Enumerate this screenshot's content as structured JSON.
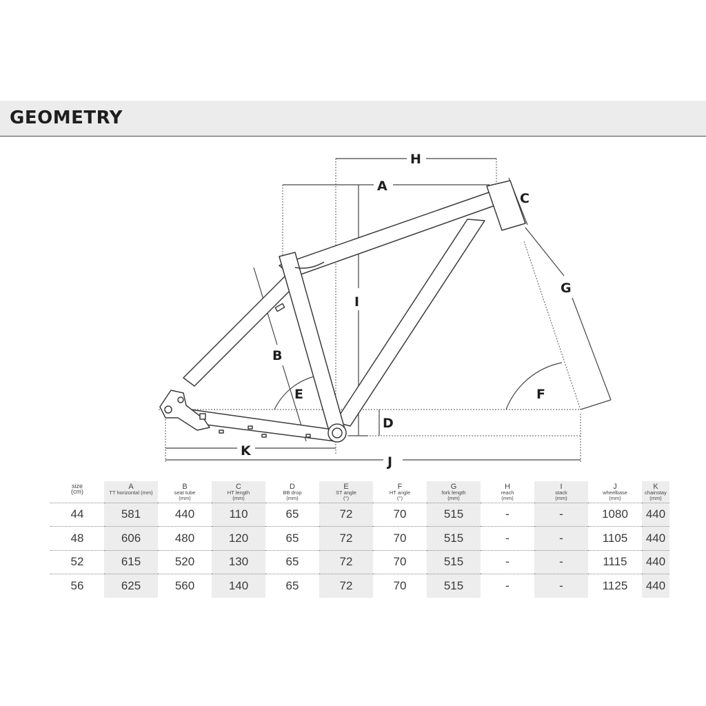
{
  "header": {
    "title": "GEOMETRY"
  },
  "diagram": {
    "labels": {
      "A": "A",
      "B": "B",
      "C": "C",
      "D": "D",
      "E": "E",
      "F": "F",
      "G": "G",
      "H": "H",
      "I": "I",
      "J": "J",
      "K": "K"
    }
  },
  "table": {
    "columns": [
      {
        "letter": "",
        "label": "size",
        "unit": "(cm)"
      },
      {
        "letter": "A",
        "label": "TT horizontal (mm)",
        "unit": ""
      },
      {
        "letter": "B",
        "label": "seat tube",
        "unit": "(mm)"
      },
      {
        "letter": "C",
        "label": "HT length",
        "unit": "(mm)"
      },
      {
        "letter": "D",
        "label": "BB drop",
        "unit": "(mm)"
      },
      {
        "letter": "E",
        "label": "ST angle",
        "unit": "(°)"
      },
      {
        "letter": "F",
        "label": "HT angle",
        "unit": "(°)"
      },
      {
        "letter": "G",
        "label": "fork length",
        "unit": "(mm)"
      },
      {
        "letter": "H",
        "label": "reach",
        "unit": "(mm)"
      },
      {
        "letter": "I",
        "label": "stack",
        "unit": "(mm)"
      },
      {
        "letter": "J",
        "label": "wheelbase",
        "unit": "(mm)"
      },
      {
        "letter": "K",
        "label": "chainstay",
        "unit": "(mm)"
      }
    ],
    "rows": [
      [
        "44",
        "581",
        "440",
        "110",
        "65",
        "72",
        "70",
        "515",
        "-",
        "-",
        "1080",
        "440"
      ],
      [
        "48",
        "606",
        "480",
        "120",
        "65",
        "72",
        "70",
        "515",
        "-",
        "-",
        "1105",
        "440"
      ],
      [
        "52",
        "615",
        "520",
        "130",
        "65",
        "72",
        "70",
        "515",
        "-",
        "-",
        "1115",
        "440"
      ],
      [
        "56",
        "625",
        "560",
        "140",
        "65",
        "72",
        "70",
        "515",
        "-",
        "-",
        "1125",
        "440"
      ]
    ]
  }
}
